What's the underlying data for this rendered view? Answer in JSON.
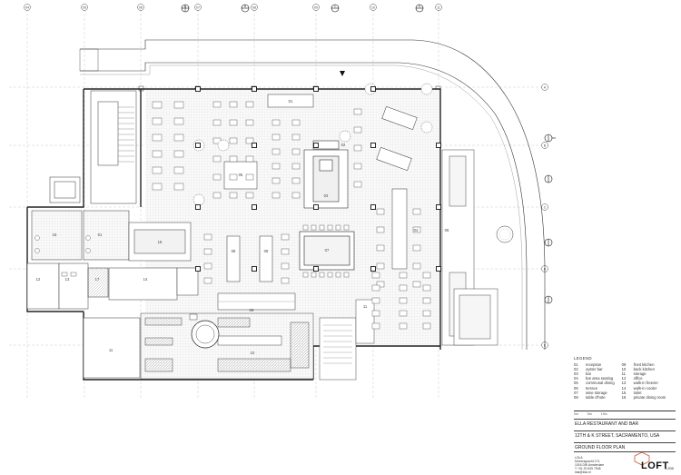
{
  "grid_letters": [
    "04",
    "05",
    "06",
    "07",
    "08",
    "09",
    "10",
    "11"
  ],
  "grid_rows": [
    "A",
    "B",
    "C",
    "D",
    "E"
  ],
  "section_marks": [
    "A",
    "B",
    "C",
    "D"
  ],
  "room_numbers": {
    "r01a": "01",
    "r02": "02",
    "r03": "03",
    "r01b": "01",
    "r05": "05",
    "r06": "06",
    "r07": "07",
    "r08a": "08",
    "r08b": "08",
    "r09": "09",
    "r10": "10",
    "r11": "11",
    "r11b": "11",
    "r12": "12",
    "r13": "13",
    "r14": "14",
    "r15": "15",
    "r16": "16",
    "r17": "17",
    "r04": "04",
    "r08c": "08"
  },
  "legend": {
    "title": "LEGEND",
    "col1": [
      {
        "n": "01",
        "t": "reception"
      },
      {
        "n": "02",
        "t": "oyster bar"
      },
      {
        "n": "03",
        "t": "bar"
      },
      {
        "n": "04",
        "t": "bar area seating"
      },
      {
        "n": "05",
        "t": "communal dining"
      },
      {
        "n": "06",
        "t": "terrace"
      },
      {
        "n": "07",
        "t": "wine storage"
      },
      {
        "n": "08",
        "t": "table d'hote"
      }
    ],
    "col2": [
      {
        "n": "09",
        "t": "front kitchen"
      },
      {
        "n": "10",
        "t": "back kitchen"
      },
      {
        "n": "11",
        "t": "storage"
      },
      {
        "n": "12",
        "t": "office"
      },
      {
        "n": "13",
        "t": "walk-in freezer"
      },
      {
        "n": "14",
        "t": "walk-in cooler"
      },
      {
        "n": "15",
        "t": "toilet"
      },
      {
        "n": "16",
        "t": "private dining room"
      }
    ]
  },
  "title_block": {
    "scale_labels": [
      "0m",
      "5m",
      "10m"
    ],
    "project": "ELLA RESTAURANT AND BAR",
    "address": "12TH & K STREET, SACRAMENTO, USA",
    "drawing": "GROUND FLOOR PLAN",
    "office_lines": [
      "LOLA",
      "Keizersgracht 174",
      "1016 DW Amsterdam",
      "T +31 20 625 7948",
      "lola@lola.nl"
    ],
    "logo": "LOFT",
    "scale": "1:200"
  }
}
